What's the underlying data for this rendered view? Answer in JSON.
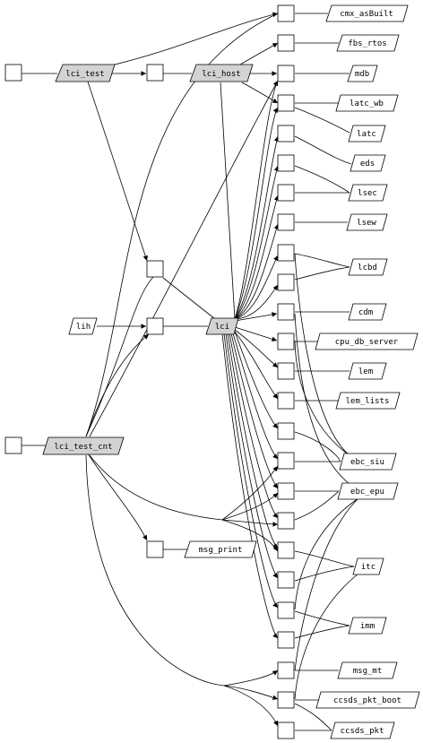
{
  "nodes": {
    "lci_test": "lci_test",
    "lci_host": "lci_host",
    "lih": "lih",
    "lci": "lci",
    "lci_test_cnt": "lci_test_cnt",
    "msg_print": "msg_print",
    "cmx_asBuilt": "cmx_asBuilt",
    "fbs_rtos": "fbs_rtos",
    "mdb": "mdb",
    "latc_wb": "latc_wb",
    "latc": "latc",
    "eds": "eds",
    "lsec": "lsec",
    "lsew": "lsew",
    "lcbd": "lcbd",
    "cdm": "cdm",
    "cpu_db_server": "cpu_db_server",
    "lem": "lem",
    "lem_lists": "lem_lists",
    "ebc_siu": "ebc_siu",
    "ebc_epu": "ebc_epu",
    "itc": "itc",
    "imm": "imm",
    "msg_mt": "msg_mt",
    "ccsds_pkt_boot": "ccsds_pkt_boot",
    "ccsds_pkt": "ccsds_pkt"
  },
  "colors": {
    "highlight_fill": "#d3d3d3",
    "box_fill": "#ffffff",
    "stroke": "#000000"
  }
}
